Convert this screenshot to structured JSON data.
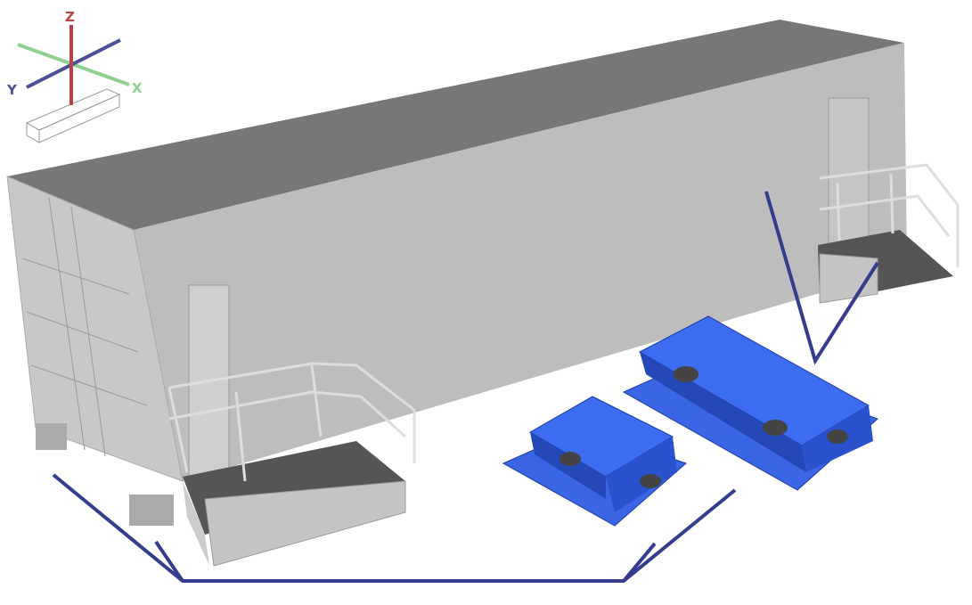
{
  "triad": {
    "z_label": "Z",
    "y_label": "Y",
    "x_label": "X",
    "colors": {
      "z": "#b8434a",
      "y": "#4a4f96",
      "x": "#8fd08f"
    }
  },
  "colors": {
    "container_top": "#777777",
    "container_side": "#bdbdbd",
    "container_end": "#c8c8c8",
    "isolator": "#2f5fe0",
    "callout_line": "#343c8c"
  }
}
